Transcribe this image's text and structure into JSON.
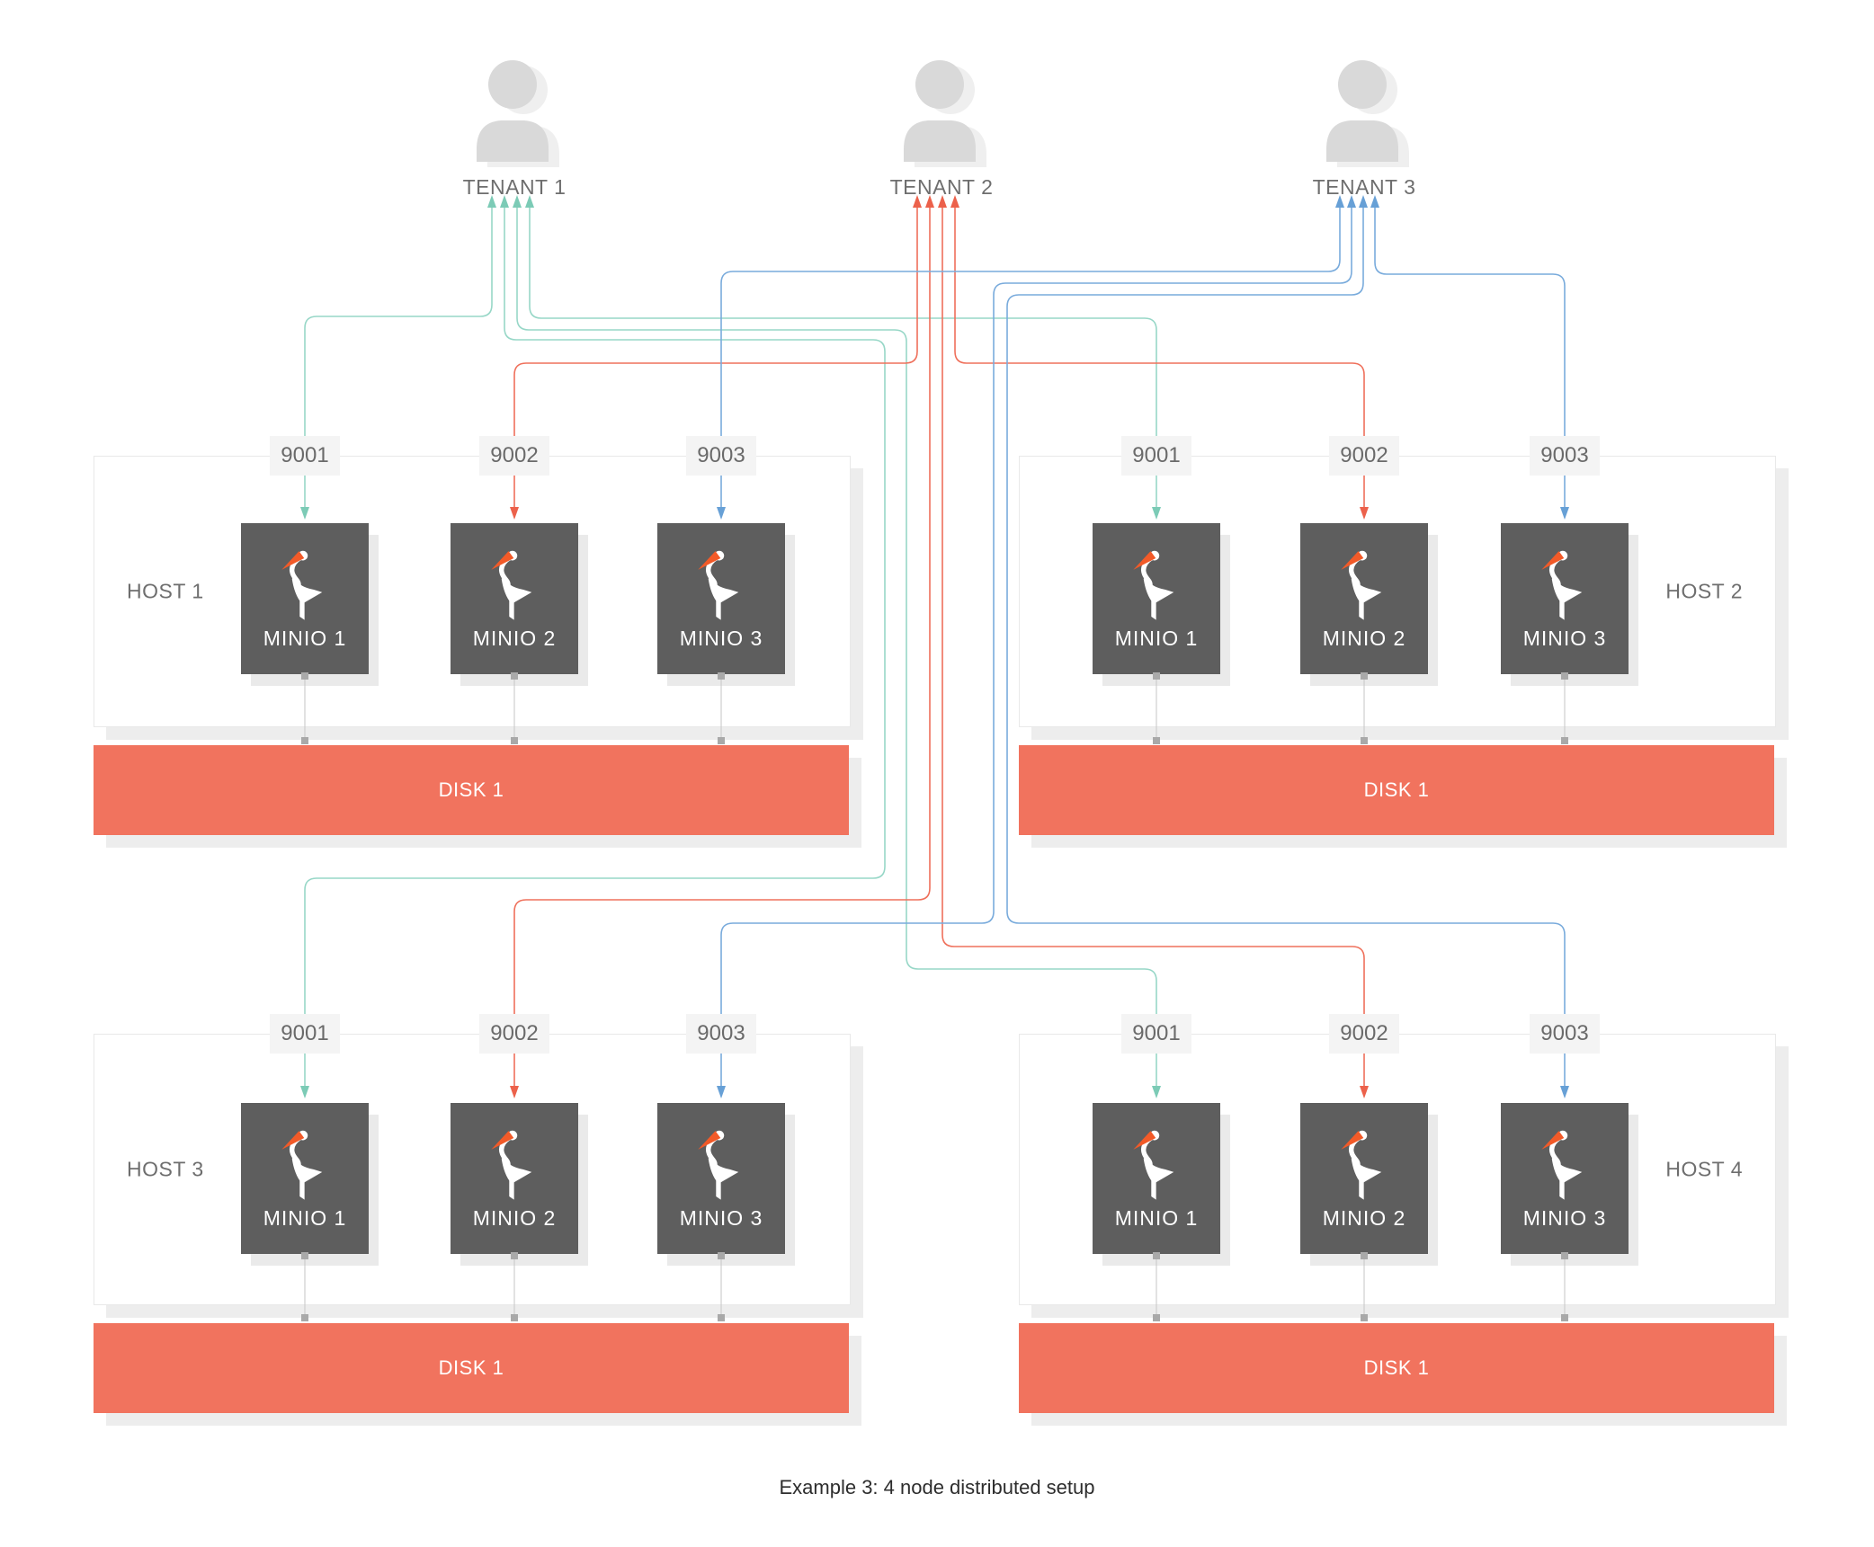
{
  "caption": "Example 3: 4 node distributed setup",
  "tenants": [
    {
      "label": "TENANT 1",
      "color": "#97d7c7"
    },
    {
      "label": "TENANT 2",
      "color": "#ef705b"
    },
    {
      "label": "TENANT 3",
      "color": "#79abdc"
    }
  ],
  "hosts": [
    {
      "label": "HOST 1",
      "label_side": "left",
      "ports": [
        "9001",
        "9002",
        "9003"
      ],
      "nodes": [
        "MINIO 1",
        "MINIO 2",
        "MINIO 3"
      ],
      "disk_label": "DISK 1"
    },
    {
      "label": "HOST 2",
      "label_side": "right",
      "ports": [
        "9001",
        "9002",
        "9003"
      ],
      "nodes": [
        "MINIO 1",
        "MINIO 2",
        "MINIO 3"
      ],
      "disk_label": "DISK 1"
    },
    {
      "label": "HOST 3",
      "label_side": "left",
      "ports": [
        "9001",
        "9002",
        "9003"
      ],
      "nodes": [
        "MINIO 1",
        "MINIO 2",
        "MINIO 3"
      ],
      "disk_label": "DISK 1"
    },
    {
      "label": "HOST 4",
      "label_side": "right",
      "ports": [
        "9001",
        "9002",
        "9003"
      ],
      "nodes": [
        "MINIO 1",
        "MINIO 2",
        "MINIO 3"
      ],
      "disk_label": "DISK 1"
    }
  ],
  "connections": [
    {
      "from": "TENANT 1",
      "to": "HOST 1 MINIO 1",
      "port": "9001",
      "color": "#97d7c7"
    },
    {
      "from": "TENANT 1",
      "to": "HOST 2 MINIO 1",
      "port": "9001",
      "color": "#97d7c7"
    },
    {
      "from": "TENANT 1",
      "to": "HOST 3 MINIO 1",
      "port": "9001",
      "color": "#97d7c7"
    },
    {
      "from": "TENANT 1",
      "to": "HOST 4 MINIO 1",
      "port": "9001",
      "color": "#97d7c7"
    },
    {
      "from": "TENANT 2",
      "to": "HOST 1 MINIO 2",
      "port": "9002",
      "color": "#ef705b"
    },
    {
      "from": "TENANT 2",
      "to": "HOST 2 MINIO 2",
      "port": "9002",
      "color": "#ef705b"
    },
    {
      "from": "TENANT 2",
      "to": "HOST 3 MINIO 2",
      "port": "9002",
      "color": "#ef705b"
    },
    {
      "from": "TENANT 2",
      "to": "HOST 4 MINIO 2",
      "port": "9002",
      "color": "#ef705b"
    },
    {
      "from": "TENANT 3",
      "to": "HOST 1 MINIO 3",
      "port": "9003",
      "color": "#79abdc"
    },
    {
      "from": "TENANT 3",
      "to": "HOST 2 MINIO 3",
      "port": "9003",
      "color": "#79abdc"
    },
    {
      "from": "TENANT 3",
      "to": "HOST 3 MINIO 3",
      "port": "9003",
      "color": "#79abdc"
    },
    {
      "from": "TENANT 3",
      "to": "HOST 4 MINIO 3",
      "port": "9003",
      "color": "#79abdc"
    }
  ],
  "colors": {
    "tenant1_line": "#97d7c7",
    "tenant2_line": "#ef705b",
    "tenant3_line": "#79abdc",
    "minio_box": "#5e5e5e",
    "disk_bar": "#f1735e",
    "port_badge_bg": "#f4f4f4",
    "label_text": "#6e6e6e",
    "stork_beak": "#f25a28"
  }
}
